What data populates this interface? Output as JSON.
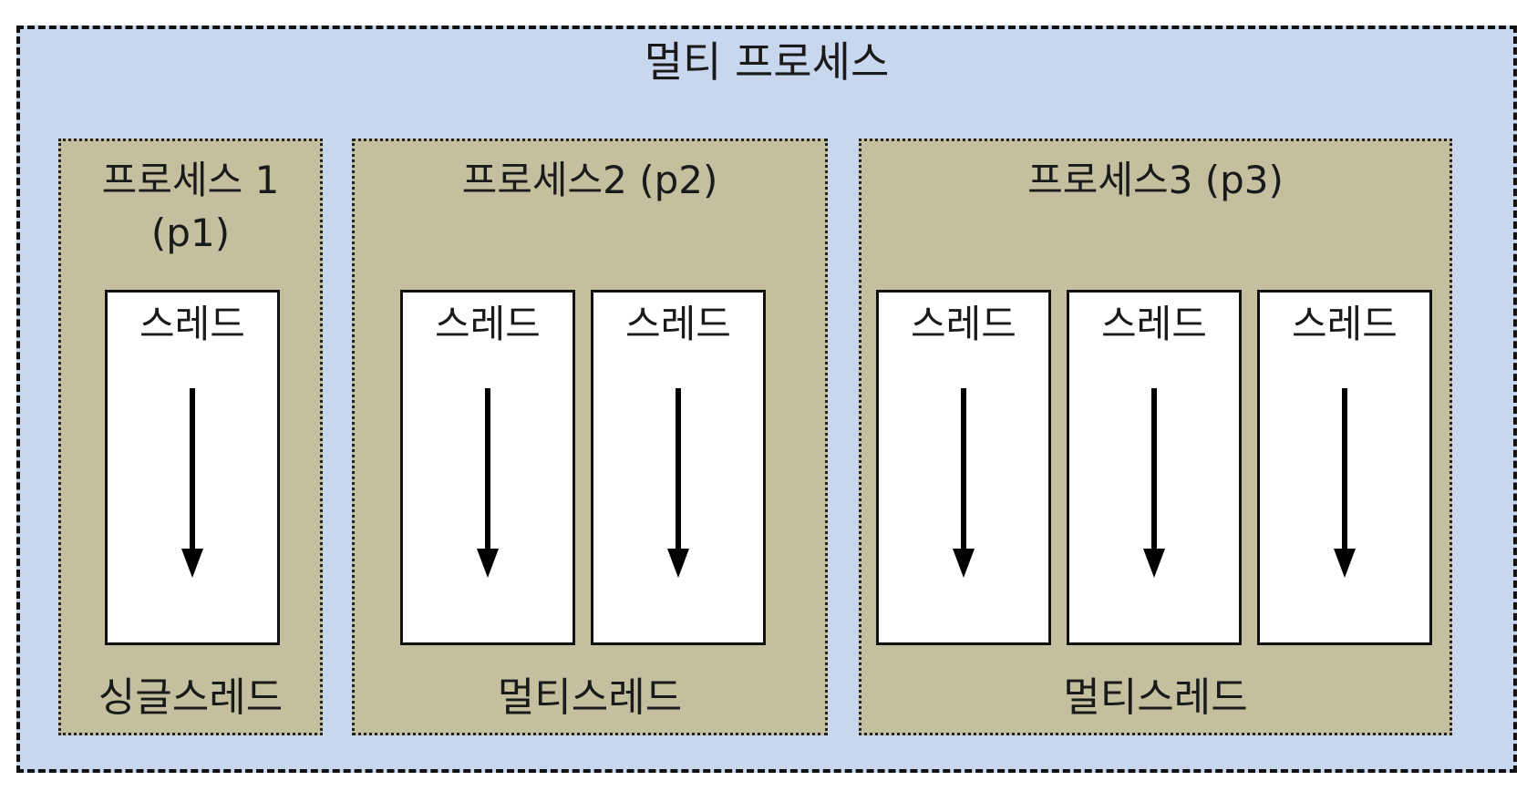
{
  "diagram": {
    "title": "멀티 프로세스",
    "processes": [
      {
        "title": "프로세스 1\n(p1)",
        "footer": "싱글스레드",
        "threads": [
          "스레드"
        ]
      },
      {
        "title": "프로세스2 (p2)",
        "footer": "멀티스레드",
        "threads": [
          "스레드",
          "스레드"
        ]
      },
      {
        "title": "프로세스3 (p3)",
        "footer": "멀티스레드",
        "threads": [
          "스레드",
          "스레드",
          "스레드"
        ]
      }
    ]
  }
}
